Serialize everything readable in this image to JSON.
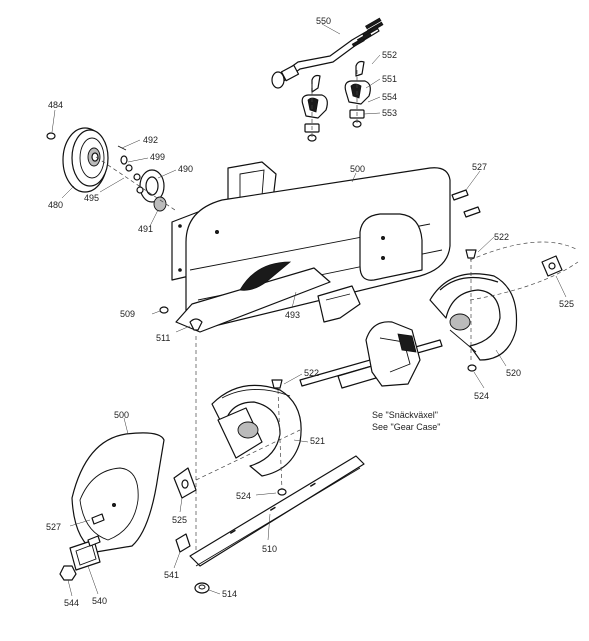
{
  "labels": {
    "p550": "550",
    "p552": "552",
    "p551": "551",
    "p554": "554",
    "p553": "553",
    "p484": "484",
    "p492": "492",
    "p499": "499",
    "p490": "490",
    "p480": "480",
    "p495": "495",
    "p491": "491",
    "p500a": "500",
    "p527a": "527",
    "p522a": "522",
    "p525a": "525",
    "p509": "509",
    "p493": "493",
    "p511": "511",
    "p522b": "522",
    "p524a": "524",
    "p520": "520",
    "p521": "521",
    "p500b": "500",
    "p527b": "527",
    "p525b": "525",
    "p524b": "524",
    "p510": "510",
    "p541": "541",
    "p514": "514",
    "p544": "544",
    "p540": "540"
  },
  "gear_case_note": {
    "line1": "Se \"Snäckväxel\"",
    "line2": "See \"Gear Case\""
  }
}
